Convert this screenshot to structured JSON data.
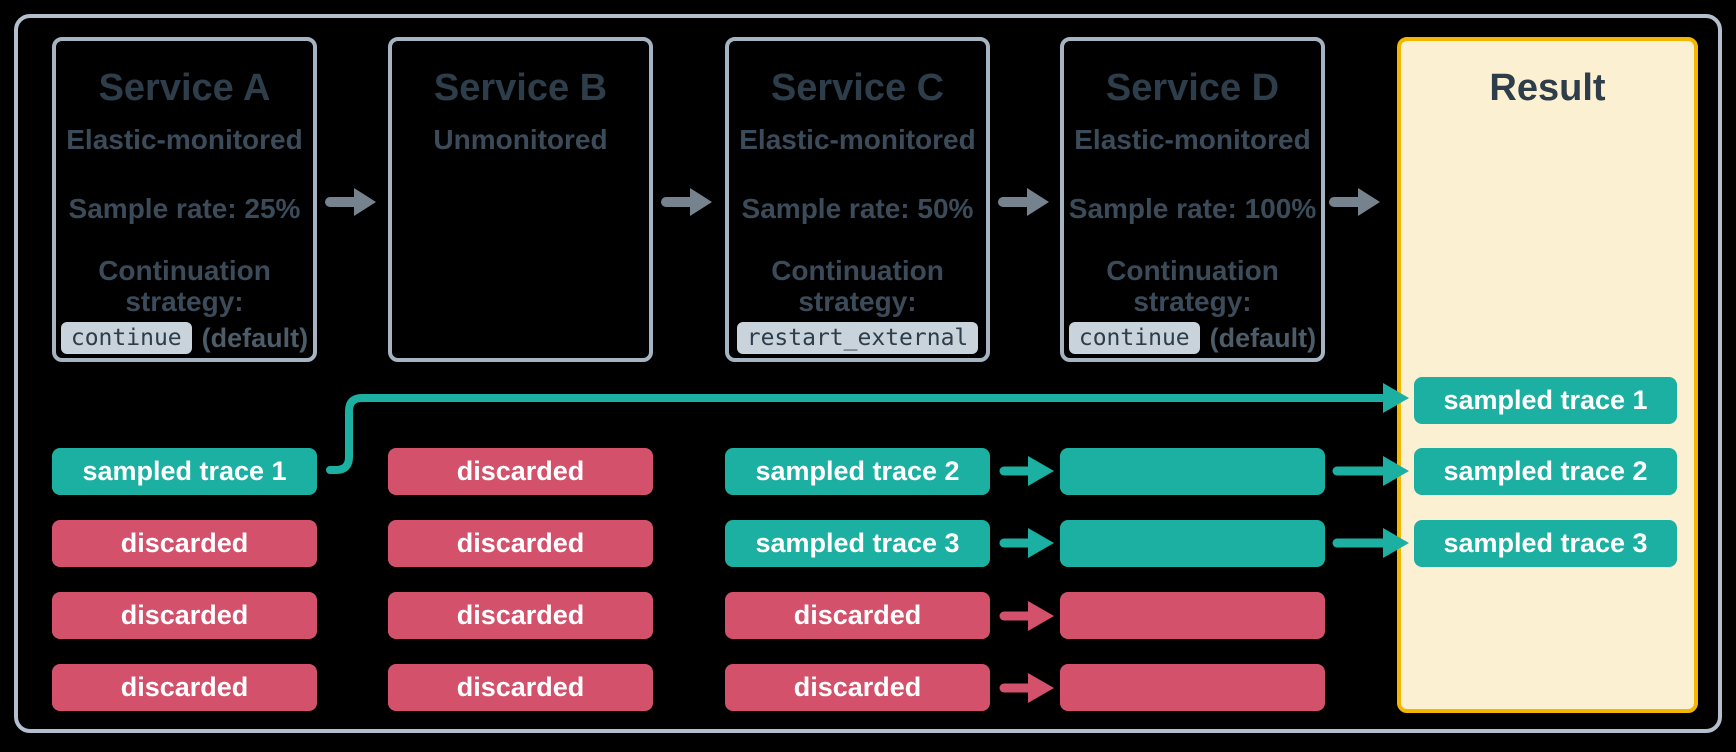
{
  "services": [
    {
      "title": "Service A",
      "monitoring": "Elastic-monitored",
      "sample_rate": "Sample rate: 25%",
      "continuation_label": "Continuation strategy:",
      "strategy_code": "continue",
      "strategy_suffix": "(default)"
    },
    {
      "title": "Service B",
      "monitoring": "Unmonitored"
    },
    {
      "title": "Service C",
      "monitoring": "Elastic-monitored",
      "sample_rate": "Sample rate: 50%",
      "continuation_label": "Continuation strategy:",
      "strategy_code": "restart_external"
    },
    {
      "title": "Service D",
      "monitoring": "Elastic-monitored",
      "sample_rate": "Sample rate: 100%",
      "continuation_label": "Continuation strategy:",
      "strategy_code": "continue",
      "strategy_suffix": "(default)"
    }
  ],
  "result": {
    "title": "Result",
    "pills": [
      {
        "label": "sampled trace 1",
        "status": "sampled"
      },
      {
        "label": "sampled trace 2",
        "status": "sampled"
      },
      {
        "label": "sampled trace 3",
        "status": "sampled"
      }
    ]
  },
  "columns": {
    "a": {
      "rows": [
        {
          "label": "sampled trace 1",
          "status": "sampled"
        },
        {
          "label": "discarded",
          "status": "discarded"
        },
        {
          "label": "discarded",
          "status": "discarded"
        },
        {
          "label": "discarded",
          "status": "discarded"
        }
      ]
    },
    "b": {
      "rows": [
        {
          "label": "discarded",
          "status": "discarded"
        },
        {
          "label": "discarded",
          "status": "discarded"
        },
        {
          "label": "discarded",
          "status": "discarded"
        },
        {
          "label": "discarded",
          "status": "discarded"
        }
      ]
    },
    "c": {
      "rows": [
        {
          "label": "sampled trace 2",
          "status": "sampled"
        },
        {
          "label": "sampled trace 3",
          "status": "sampled"
        },
        {
          "label": "discarded",
          "status": "discarded"
        },
        {
          "label": "discarded",
          "status": "discarded"
        }
      ]
    },
    "d": {
      "rows": [
        {
          "label": "",
          "status": "sampled"
        },
        {
          "label": "",
          "status": "sampled"
        },
        {
          "label": "",
          "status": "discarded"
        },
        {
          "label": "",
          "status": "discarded"
        }
      ]
    }
  },
  "icons": {
    "flow_arrow": "arrow-right",
    "trace_connector": "elbow-connector-right"
  },
  "colors": {
    "teal": "#1BB0A1",
    "red": "#D3516B",
    "arrow-gray": "#76838F",
    "frame-border": "#B3BFCC",
    "box-border": "#A6B4C2",
    "result-border": "#F3B700",
    "result-bg": "#FBF0D2",
    "chip-bg": "#C9D3DB",
    "title-color": "#2E3D4A",
    "body-color": "#3B4B59",
    "suffix-color": "#4C5C68",
    "pill-text": "#FFFFFF",
    "bg": "#000000"
  }
}
